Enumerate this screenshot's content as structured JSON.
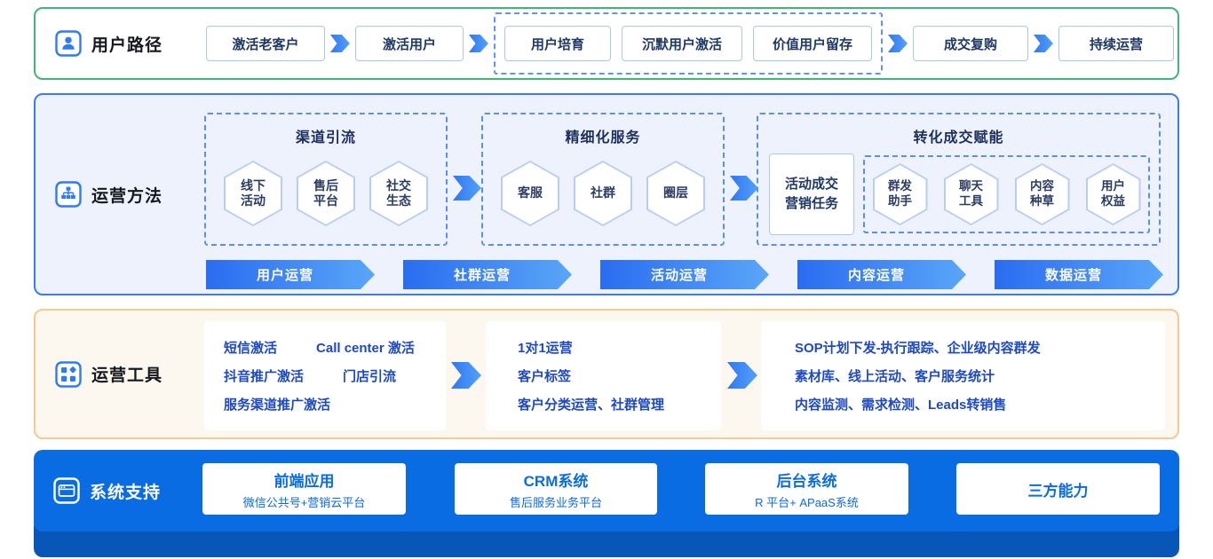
{
  "colors": {
    "accent_blue": "#2f7af5",
    "band1_green": "#3db677",
    "band2_blue": "#3a7bee",
    "band3_orange": "#f5c98f",
    "band4_blue": "#0a6ce2",
    "band4_base_blue": "#0857b8"
  },
  "icons": {
    "user_path": "user-icon",
    "methods": "org-chart-icon",
    "tools": "tools-grid-icon",
    "system": "system-icon",
    "arrow": "arrow-right-icon"
  },
  "user_path": {
    "label": "用户路径",
    "steps": [
      "激活老客户",
      "激活用户",
      "用户培育",
      "沉默用户激活",
      "价值用户留存",
      "成交复购",
      "持续运营"
    ]
  },
  "methods": {
    "label": "运营方法",
    "groups": [
      {
        "title": "渠道引流",
        "hexes": [
          "线下\n活动",
          "售后\n平台",
          "社交\n生态"
        ]
      },
      {
        "title": "精细化服务",
        "hexes": [
          "客服",
          "社群",
          "圈层"
        ]
      },
      {
        "title": "转化成交赋能",
        "task": "活动成交\n营销任务",
        "hexes": [
          "群发\n助手",
          "聊天\n工具",
          "内容\n种草",
          "用户\n权益"
        ]
      }
    ],
    "banners": [
      "用户运营",
      "社群运营",
      "活动运营",
      "内容运营",
      "数据运营"
    ]
  },
  "tools": {
    "label": "运营工具",
    "boxes": [
      {
        "lines": [
          [
            "短信激活",
            "Call center 激活"
          ],
          [
            "抖音推广激活",
            "门店引流"
          ],
          [
            "服务渠道推广激活"
          ]
        ]
      },
      {
        "lines": [
          [
            "1对1运营"
          ],
          [
            "客户标签"
          ],
          [
            "客户分类运营、社群管理"
          ]
        ]
      },
      {
        "lines": [
          [
            "SOP计划下发-执行跟踪、企业级内容群发"
          ],
          [
            "素材库、线上活动、客户服务统计"
          ],
          [
            "内容监测、需求检测、Leads转销售"
          ]
        ]
      }
    ]
  },
  "system": {
    "label": "系统支持",
    "boxes": [
      {
        "title": "前端应用",
        "subtitle": "微信公共号+营销云平台"
      },
      {
        "title": "CRM系统",
        "subtitle": "售后服务业务平台"
      },
      {
        "title": "后台系统",
        "subtitle": "R 平台+ APaaS系统"
      },
      {
        "title": "三方能力"
      }
    ]
  }
}
